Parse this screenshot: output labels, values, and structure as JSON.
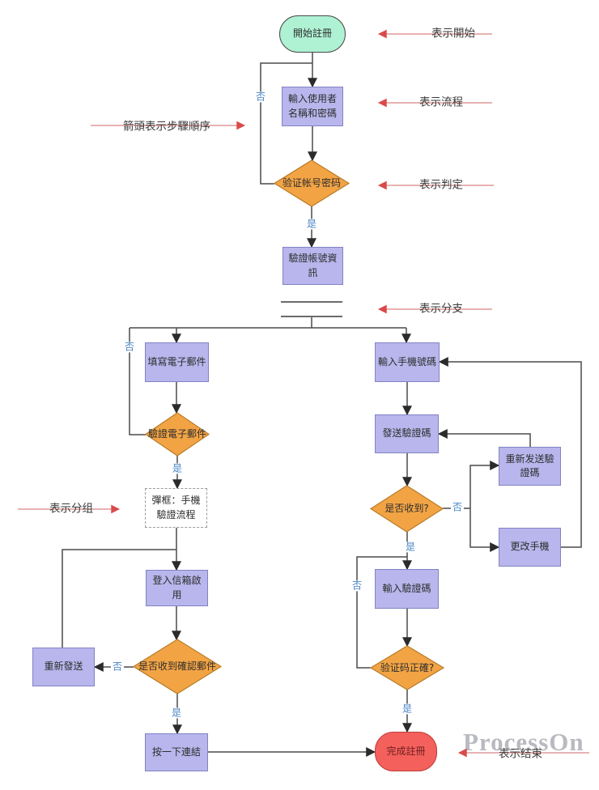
{
  "diagram": {
    "watermark": "ProcessOn",
    "edge_labels": {
      "yes": "是",
      "no": "否"
    },
    "nodes": {
      "start": {
        "label": "開始註冊"
      },
      "input_user": {
        "label": "輸入使用者名稱和密碼"
      },
      "check_password": {
        "label": "验证帐号密码"
      },
      "verify_account": {
        "label": "驗證帳號資訊"
      },
      "fill_email": {
        "label": "填寫電子郵件"
      },
      "verify_email": {
        "label": "驗證電子郵件"
      },
      "popup_group": {
        "label": "彈框：手機驗證流程"
      },
      "login_mailbox": {
        "label": "登入信箱啟用"
      },
      "got_confirm_mail": {
        "label": "是否收到確認郵件"
      },
      "resend": {
        "label": "重新發送"
      },
      "click_link": {
        "label": "按一下連結"
      },
      "input_phone": {
        "label": "輸入手機號碼"
      },
      "send_code": {
        "label": "發送驗證碼"
      },
      "received": {
        "label": "是否收到?"
      },
      "resend_code": {
        "label": "重新发送驗證碼"
      },
      "change_phone": {
        "label": "更改手機"
      },
      "input_code": {
        "label": "輸入驗證碼"
      },
      "code_correct": {
        "label": "验证码正確?"
      },
      "finish": {
        "label": "完成註冊"
      }
    },
    "annotations": {
      "start": "表示開始",
      "process": "表示流程",
      "decision": "表示判定",
      "branch": "表示分支",
      "group": "表示分组",
      "end": "表示结束",
      "order": "箭頭表示步驟順序"
    },
    "colors": {
      "process_fill": "#b8b6ec",
      "process_border": "#8282c4",
      "decision_fill": "#f2a445",
      "decision_border": "#b97c28",
      "start_fill": "#aef2d3",
      "end_fill": "#f4605c",
      "annotation_red": "#d94a4a",
      "edge_label_blue": "#4a86c8",
      "flow_line": "#4a4a4a"
    }
  }
}
